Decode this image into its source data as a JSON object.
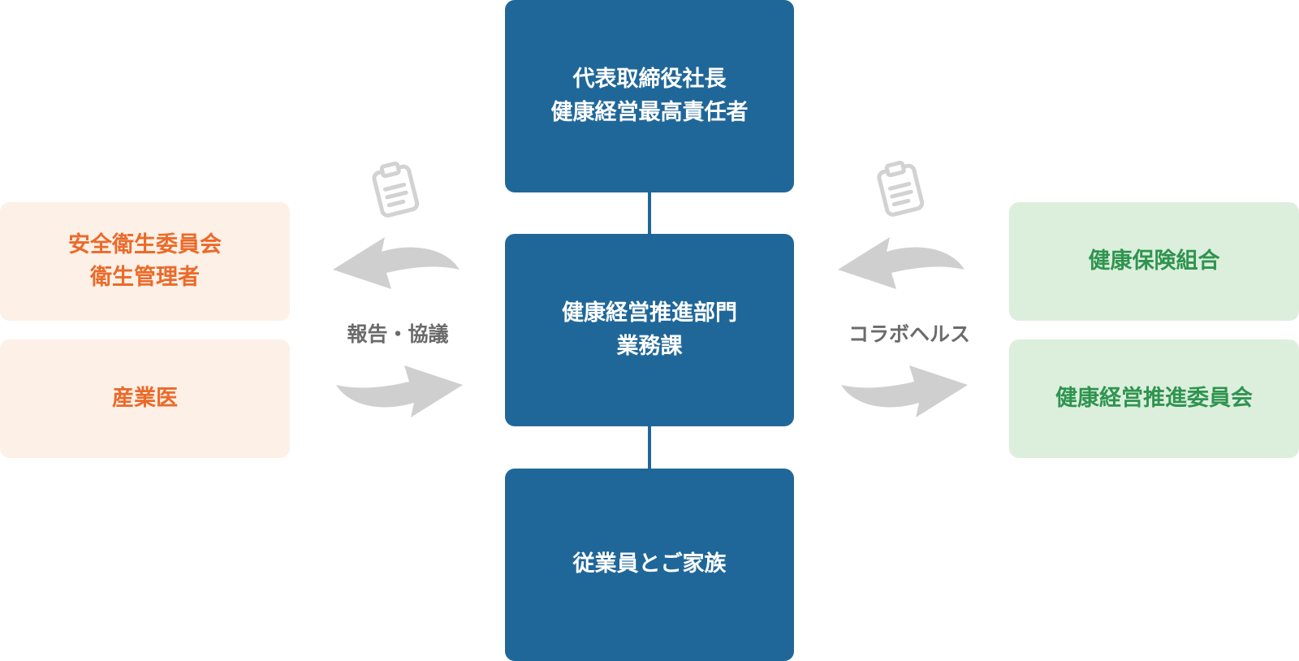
{
  "center": {
    "top": [
      "代表取締役社長",
      "健康経営最高責任者"
    ],
    "middle": [
      "健康経営推進部門",
      "業務課"
    ],
    "bottom": [
      "従業員とご家族"
    ]
  },
  "left": {
    "boxes": [
      [
        "安全衛生委員会",
        "衛生管理者"
      ],
      [
        "産業医"
      ]
    ],
    "arrow_label": "報告・協議"
  },
  "right": {
    "boxes": [
      [
        "健康保険組合"
      ],
      [
        "健康経営推進委員会"
      ]
    ],
    "arrow_label": "コラボヘルス"
  },
  "icons": {
    "left_top": "clipboard-icon",
    "right_top": "clipboard-icon",
    "arrows": "curved-arrow-icon"
  },
  "colors": {
    "center": "#206799",
    "left_bg": "#fdf0e6",
    "left_text": "#eb6a2a",
    "right_bg": "#dcefdc",
    "right_text": "#2f9450",
    "arrow": "#cfcfcf"
  }
}
